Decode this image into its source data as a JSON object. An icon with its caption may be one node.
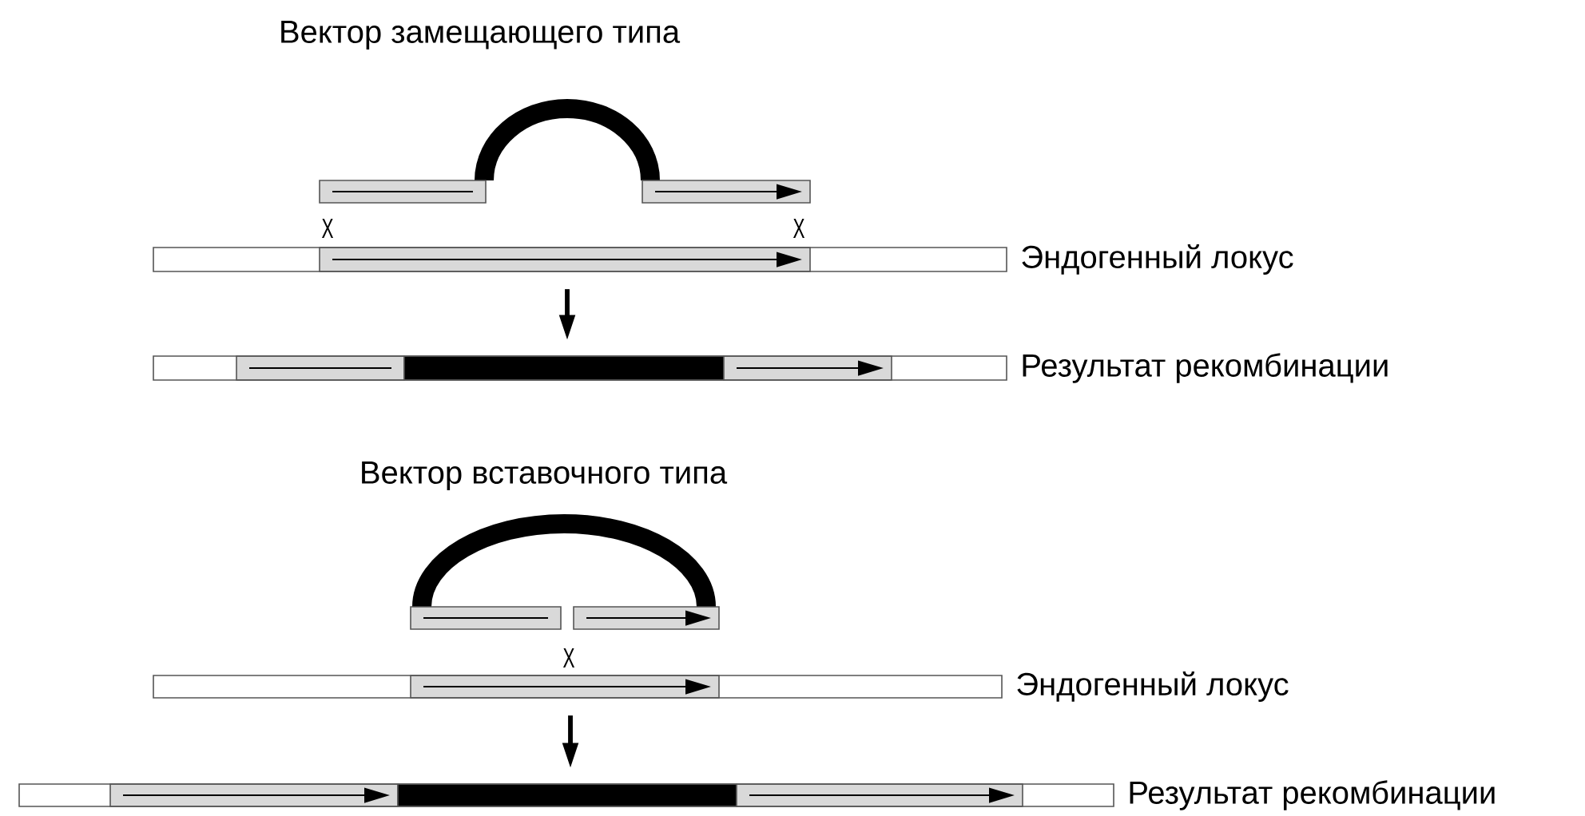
{
  "diagram": {
    "nodes": [
      {
        "text": [],
        "shape": "bar",
        "beside": [
          "Эндогенный локус"
        ]
      },
      {
        "text": [],
        "shape": "bar",
        "beside": [
          "Результат рекомбинации"
        ]
      },
      {
        "text": [],
        "shape": "bar",
        "beside": [
          "Эндогенный локус"
        ]
      },
      {
        "text": [],
        "shape": "bar",
        "beside": [
          "Результат рекомбинации"
        ]
      }
    ],
    "edges": [
      {
        "from": 0,
        "to": 1,
        "arrow": "to"
      },
      {
        "from": 2,
        "to": 3,
        "arrow": "to"
      }
    ],
    "labels": [
      "Вектор замещающего типа",
      "X",
      "X",
      "Вектор вставочного типа",
      "X"
    ]
  }
}
